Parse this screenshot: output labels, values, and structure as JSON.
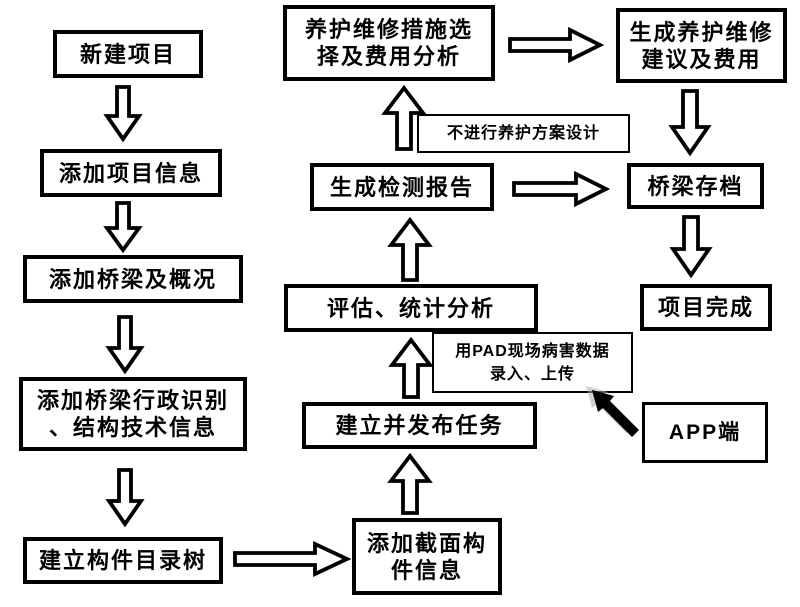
{
  "colors": {
    "ink": "#000000",
    "paper": "#ffffff",
    "cursor_shadow": "#aaaaaa"
  },
  "nodes": {
    "new_project": {
      "label": "新建项目"
    },
    "add_project_info": {
      "label": "添加项目信息"
    },
    "add_bridge_overview": {
      "label": "添加桥梁及概况"
    },
    "add_bridge_admin": {
      "line1": "添加桥梁行政识别",
      "line2": "、结构技术信息"
    },
    "build_component_tree": {
      "label": "建立构件目录树"
    },
    "add_section_component": {
      "line1": "添加截面构",
      "line2": "件信息"
    },
    "create_publish_task": {
      "label": "建立并发布任务"
    },
    "evaluate_stats": {
      "label": "评估、统计分析"
    },
    "generate_report": {
      "label": "生成检测报告"
    },
    "maintenance_measures": {
      "line1": "养护维修措施选",
      "line2": "择及费用分析"
    },
    "generate_suggestion": {
      "line1": "生成养护维修",
      "line2": "建议及费用"
    },
    "bridge_archive": {
      "label": "桥梁存档"
    },
    "project_complete": {
      "label": "项目完成"
    },
    "app_terminal": {
      "label": "APP端"
    },
    "note_no_design": {
      "label": "不进行养护方案设计"
    },
    "note_pad": {
      "line1": "用PAD现场病害数据",
      "line2": "录入、上传"
    }
  }
}
